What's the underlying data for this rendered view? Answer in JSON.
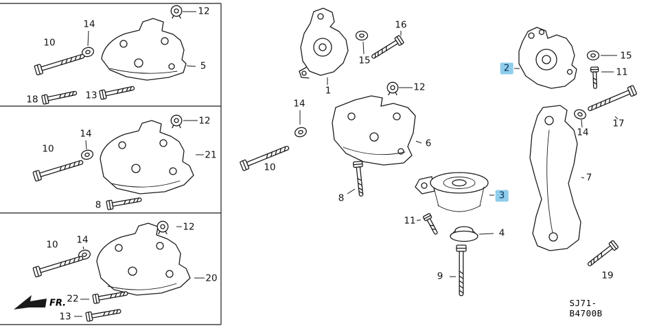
{
  "colors": {
    "bg": "#ffffff",
    "line": "#1a1a1a",
    "highlight": "#8ecdeb",
    "highlight_text": "#0a2f52"
  },
  "footer": {
    "diagram_code": "SJ71-B4700B"
  },
  "orientation": {
    "front_label": "FR."
  },
  "callouts": [
    {
      "label": "12",
      "highlighted": false
    },
    {
      "label": "14",
      "highlighted": false
    },
    {
      "label": "10",
      "highlighted": false
    },
    {
      "label": "5",
      "highlighted": false
    },
    {
      "label": "18",
      "highlighted": false
    },
    {
      "label": "13",
      "highlighted": false
    },
    {
      "label": "12",
      "highlighted": false
    },
    {
      "label": "14",
      "highlighted": false
    },
    {
      "label": "10",
      "highlighted": false
    },
    {
      "label": "21",
      "highlighted": false
    },
    {
      "label": "8",
      "highlighted": false
    },
    {
      "label": "12",
      "highlighted": false
    },
    {
      "label": "14",
      "highlighted": false
    },
    {
      "label": "10",
      "highlighted": false
    },
    {
      "label": "20",
      "highlighted": false
    },
    {
      "label": "22",
      "highlighted": false
    },
    {
      "label": "13",
      "highlighted": false
    },
    {
      "label": "1",
      "highlighted": false
    },
    {
      "label": "15",
      "highlighted": false
    },
    {
      "label": "16",
      "highlighted": false
    },
    {
      "label": "12",
      "highlighted": false
    },
    {
      "label": "14",
      "highlighted": false
    },
    {
      "label": "10",
      "highlighted": false
    },
    {
      "label": "6",
      "highlighted": false
    },
    {
      "label": "8",
      "highlighted": false
    },
    {
      "label": "3",
      "highlighted": true
    },
    {
      "label": "11",
      "highlighted": false
    },
    {
      "label": "4",
      "highlighted": false
    },
    {
      "label": "9",
      "highlighted": false
    },
    {
      "label": "2",
      "highlighted": true
    },
    {
      "label": "15",
      "highlighted": false
    },
    {
      "label": "11",
      "highlighted": false
    },
    {
      "label": "17",
      "highlighted": false
    },
    {
      "label": "14",
      "highlighted": false
    },
    {
      "label": "7",
      "highlighted": false
    },
    {
      "label": "19",
      "highlighted": false
    }
  ]
}
